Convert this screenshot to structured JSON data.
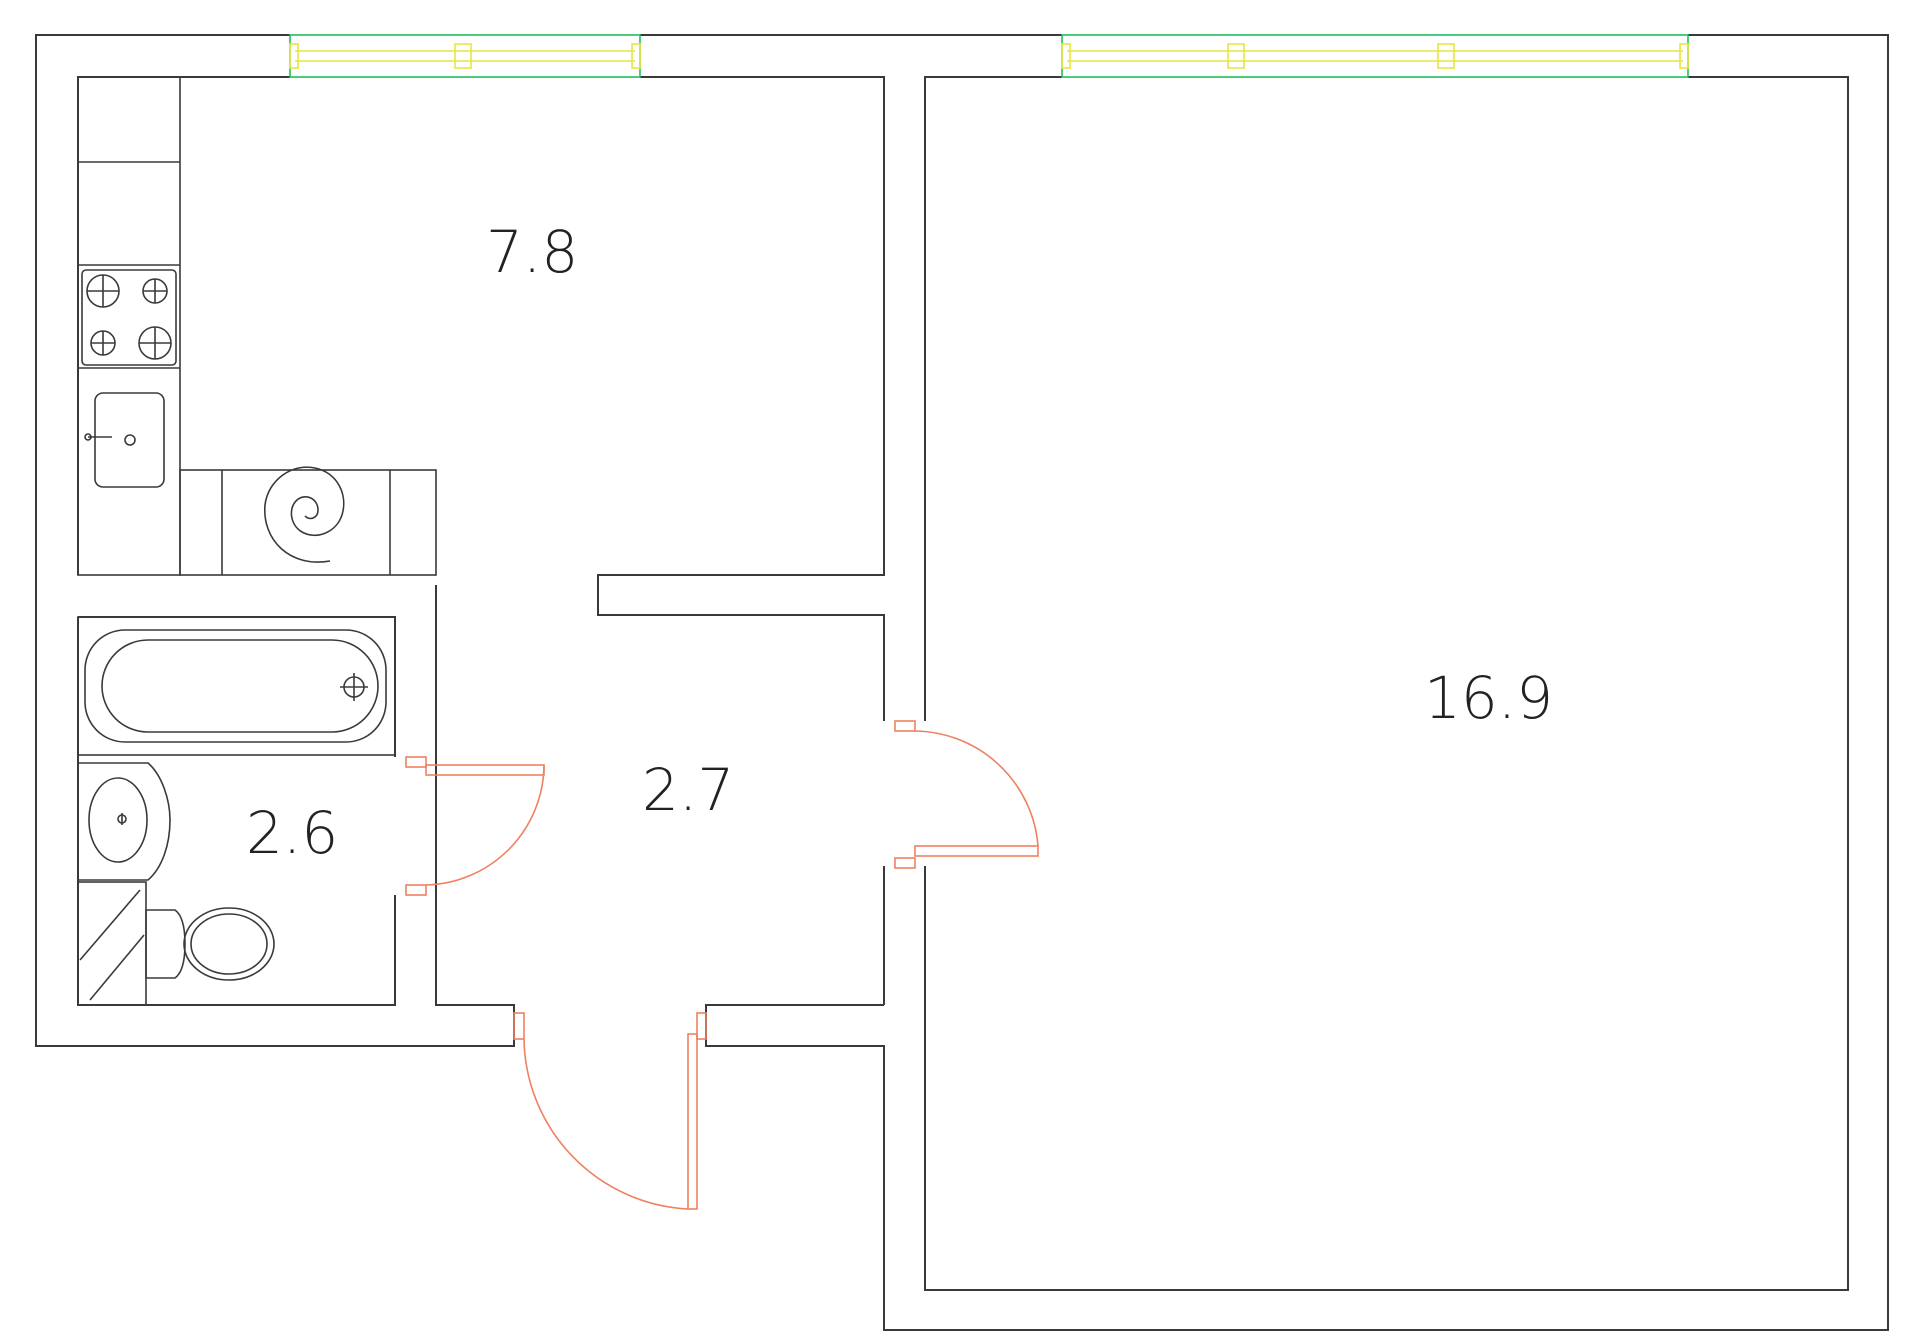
{
  "rooms": [
    {
      "id": "kitchen",
      "area": "7.8"
    },
    {
      "id": "living-room",
      "area": "16.9"
    },
    {
      "id": "hallway",
      "area": "2.7"
    },
    {
      "id": "bathroom",
      "area": "2.6"
    }
  ],
  "colors": {
    "wall": "#3a3a3a",
    "door": "#f08060",
    "window_frame": "#20c060",
    "window_glass": "#e6e640"
  }
}
